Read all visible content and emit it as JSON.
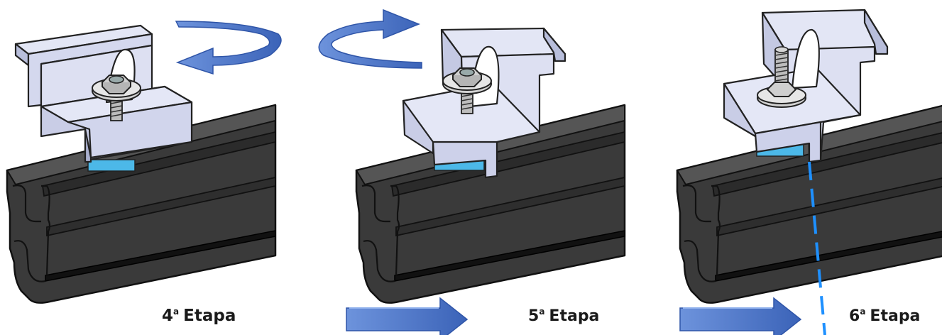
{
  "steps": [
    {
      "number": "4",
      "ordinal": "a",
      "word": "Etapa"
    },
    {
      "number": "5",
      "ordinal": "a",
      "word": "Etapa"
    },
    {
      "number": "6",
      "ordinal": "a",
      "word": "Etapa"
    }
  ],
  "icons": {
    "rotate": "rotate-arrow-icon",
    "advance": "right-arrow-icon"
  },
  "colors": {
    "rail": "#3b3b3b",
    "rail_edge": "#111111",
    "clamp": "#d4d8ee",
    "clamp_shade": "#aab0cf",
    "cable_blue": "#1e90ff",
    "arrow_blue": "#4a74c9",
    "pad_blue": "#4cb8e8",
    "bolt": "#c9c9c9"
  }
}
